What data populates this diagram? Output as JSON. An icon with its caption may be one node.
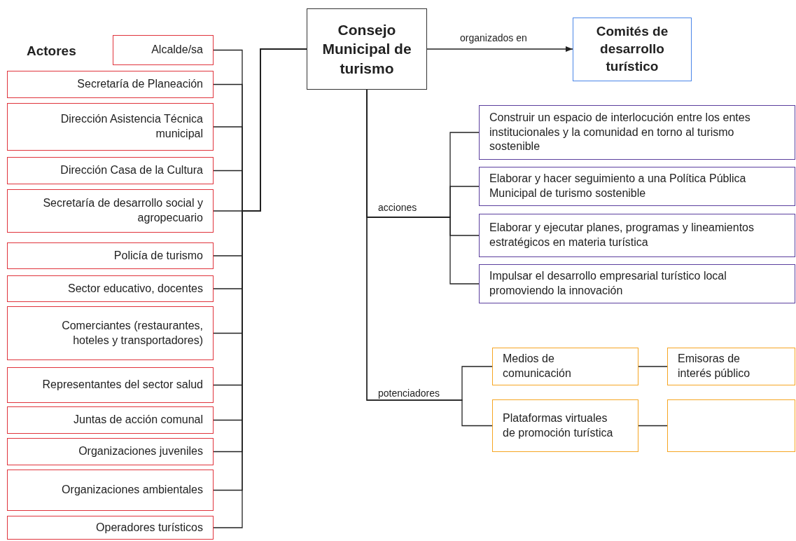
{
  "diagram": {
    "nodes": [
      {
        "text": [
          "Consejo Municipal de turismo"
        ]
      },
      {
        "text": [
          "Comités de desarrollo turístico"
        ]
      },
      {
        "text": [
          "Alcalde/sa"
        ]
      },
      {
        "text": [
          "Secretaría de Planeación"
        ]
      },
      {
        "text": [
          "Dirección Asistencia Técnica municipal"
        ]
      },
      {
        "text": [
          "Dirección Casa de la Cultura"
        ]
      },
      {
        "text": [
          "Secretaría de desarrollo social y agropecuario"
        ]
      },
      {
        "text": [
          "Policía de turismo"
        ]
      },
      {
        "text": [
          "Sector educativo, docentes"
        ]
      },
      {
        "text": [
          "Comerciantes (restaurantes, hoteles y transportadores)"
        ]
      },
      {
        "text": [
          "Representantes del sector salud"
        ]
      },
      {
        "text": [
          "Juntas de acción comunal"
        ]
      },
      {
        "text": [
          "Organizaciones juveniles"
        ]
      },
      {
        "text": [
          "Organizaciones ambientales"
        ]
      },
      {
        "text": [
          "Operadores turísticos"
        ]
      },
      {
        "text": [
          "Construir un espacio de interlocución entre los entes institucionales y la comunidad en torno al turismo sostenible"
        ]
      },
      {
        "text": [
          "Elaborar y hacer seguimiento a una Política Pública Municipal de turismo sostenible"
        ]
      },
      {
        "text": [
          "Elaborar y ejecutar planes, programas y lineamientos estratégicos en materia turística"
        ]
      },
      {
        "text": [
          "Impulsar el desarrollo empresarial turístico local promoviendo la innovación"
        ]
      },
      {
        "text": [
          "Medios de comunicación"
        ]
      },
      {
        "text": [
          "Plataformas virtuales de promoción turística"
        ]
      },
      {
        "text": [
          "Emisoras de interés público"
        ]
      },
      {
        "text": [],
        "shape": "box"
      }
    ],
    "edges": [
      {
        "from": 2,
        "to": 0,
        "arrow": "none"
      },
      {
        "from": 3,
        "to": 0,
        "arrow": "none"
      },
      {
        "from": 4,
        "to": 0,
        "arrow": "none"
      },
      {
        "from": 5,
        "to": 0,
        "arrow": "none"
      },
      {
        "from": 6,
        "to": 0,
        "arrow": "none"
      },
      {
        "from": 7,
        "to": 0,
        "arrow": "none"
      },
      {
        "from": 8,
        "to": 0,
        "arrow": "none"
      },
      {
        "from": 9,
        "to": 0,
        "arrow": "none"
      },
      {
        "from": 10,
        "to": 0,
        "arrow": "none"
      },
      {
        "from": 11,
        "to": 0,
        "arrow": "none"
      },
      {
        "from": 12,
        "to": 0,
        "arrow": "none"
      },
      {
        "from": 13,
        "to": 0,
        "arrow": "none"
      },
      {
        "from": 14,
        "to": 0,
        "arrow": "none"
      },
      {
        "from": 0,
        "to": 1,
        "arrow": "to",
        "label": "organizados en"
      },
      {
        "from": 0,
        "to": 15,
        "arrow": "none",
        "label": "acciones"
      },
      {
        "from": 0,
        "to": 16,
        "arrow": "none"
      },
      {
        "from": 0,
        "to": 17,
        "arrow": "none"
      },
      {
        "from": 0,
        "to": 18,
        "arrow": "none"
      },
      {
        "from": 0,
        "to": 19,
        "arrow": "none",
        "label": "potenciadores"
      },
      {
        "from": 0,
        "to": 20,
        "arrow": "none"
      },
      {
        "from": 19,
        "to": 21,
        "arrow": "none"
      },
      {
        "from": 20,
        "to": 22,
        "arrow": "none"
      }
    ],
    "labels": [
      "Actores"
    ]
  }
}
